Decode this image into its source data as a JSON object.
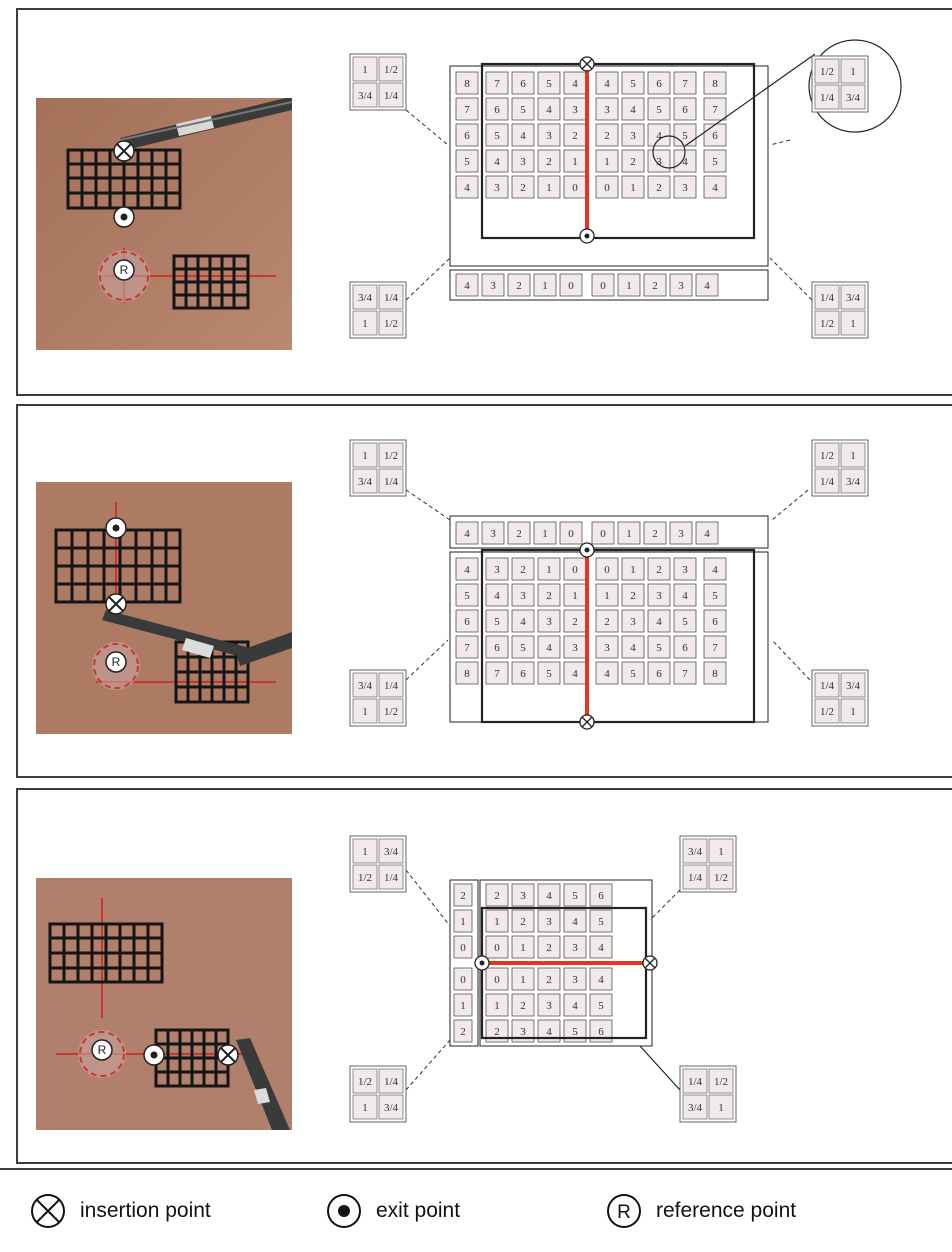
{
  "panels": [
    {
      "id": "p1",
      "photo": {
        "insertion_marker": "insertion-point",
        "exit_marker": "exit-point",
        "reference_marker": "R"
      },
      "top_row": null,
      "left_grid": [
        [
          "8",
          "7",
          "6",
          "5",
          "4"
        ],
        [
          "7",
          "6",
          "5",
          "4",
          "3"
        ],
        [
          "6",
          "5",
          "4",
          "3",
          "2"
        ],
        [
          "5",
          "4",
          "3",
          "2",
          "1"
        ],
        [
          "4",
          "3",
          "2",
          "1",
          "0"
        ]
      ],
      "right_grid": [
        [
          "4",
          "5",
          "6",
          "7",
          "8"
        ],
        [
          "3",
          "4",
          "5",
          "6",
          "7"
        ],
        [
          "2",
          "3",
          "4",
          "5",
          "6"
        ],
        [
          "1",
          "2",
          "3",
          "4",
          "5"
        ],
        [
          "0",
          "1",
          "2",
          "3",
          "4"
        ]
      ],
      "bottom_row_left": [
        "4",
        "3",
        "2",
        "1",
        "0"
      ],
      "bottom_row_right": [
        "0",
        "1",
        "2",
        "3",
        "4"
      ],
      "corner_tl": [
        "1",
        "1/2",
        "3/4",
        "1/4"
      ],
      "corner_tr": [
        "1/2",
        "1",
        "1/4",
        "3/4"
      ],
      "corner_bl": [
        "3/4",
        "1/4",
        "1",
        "1/2"
      ],
      "corner_br": [
        "1/4",
        "3/4",
        "1/2",
        "1"
      ]
    },
    {
      "id": "p2",
      "top_row_left": [
        "4",
        "3",
        "2",
        "1",
        "0"
      ],
      "top_row_right": [
        "0",
        "1",
        "2",
        "3",
        "4"
      ],
      "left_grid": [
        [
          "4",
          "3",
          "2",
          "1",
          "0"
        ],
        [
          "5",
          "4",
          "3",
          "2",
          "1"
        ],
        [
          "6",
          "5",
          "4",
          "3",
          "2"
        ],
        [
          "7",
          "6",
          "5",
          "4",
          "3"
        ],
        [
          "8",
          "7",
          "6",
          "5",
          "4"
        ]
      ],
      "right_grid": [
        [
          "0",
          "1",
          "2",
          "3",
          "4"
        ],
        [
          "1",
          "2",
          "3",
          "4",
          "5"
        ],
        [
          "2",
          "3",
          "4",
          "5",
          "6"
        ],
        [
          "3",
          "4",
          "5",
          "6",
          "7"
        ],
        [
          "4",
          "5",
          "6",
          "7",
          "8"
        ]
      ],
      "corner_tl": [
        "1",
        "1/2",
        "3/4",
        "1/4"
      ],
      "corner_tr": [
        "1/2",
        "1",
        "1/4",
        "3/4"
      ],
      "corner_bl": [
        "3/4",
        "1/4",
        "1",
        "1/2"
      ],
      "corner_br": [
        "1/4",
        "3/4",
        "1/2",
        "1"
      ]
    },
    {
      "id": "p3",
      "left_col": [
        "2",
        "1",
        "0",
        "0",
        "1",
        "2"
      ],
      "top_grid": [
        [
          "2",
          "3",
          "4",
          "5",
          "6"
        ],
        [
          "1",
          "2",
          "3",
          "4",
          "5"
        ],
        [
          "0",
          "1",
          "2",
          "3",
          "4"
        ]
      ],
      "bottom_grid": [
        [
          "0",
          "1",
          "2",
          "3",
          "4"
        ],
        [
          "1",
          "2",
          "3",
          "4",
          "5"
        ],
        [
          "2",
          "3",
          "4",
          "5",
          "6"
        ]
      ],
      "corner_tl": [
        "1",
        "3/4",
        "1/2",
        "1/4"
      ],
      "corner_tr": [
        "3/4",
        "1",
        "1/4",
        "1/2"
      ],
      "corner_bl": [
        "1/2",
        "1/4",
        "1",
        "3/4"
      ],
      "corner_br": [
        "1/4",
        "1/2",
        "3/4",
        "1"
      ]
    }
  ],
  "legend": {
    "insertion": "insertion point",
    "exit": "exit point",
    "reference": "reference point",
    "reference_symbol": "R"
  },
  "colors": {
    "cell_fill": "#f1e9ea",
    "red_line": "#e8341c",
    "skin": "#b07a62",
    "grid_ink": "#1a1a1a"
  }
}
